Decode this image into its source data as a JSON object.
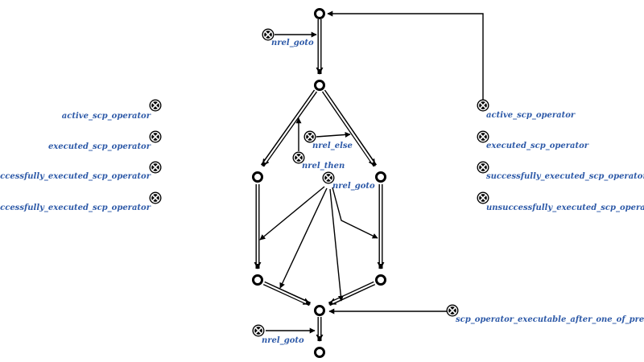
{
  "labels": {
    "goto_top": "nrel_goto",
    "goto_mid": "nrel_goto",
    "goto_bottom": "nrel_goto",
    "nrel_else": "nrel_else",
    "nrel_then": "nrel_then",
    "left_active": "active_scp_operator",
    "left_executed": "executed_scp_operator",
    "left_success": "successfully_executed_scp_operator",
    "left_unsuccess": "unsuccessfully_executed_scp_operator",
    "right_active": "active_scp_operator",
    "right_executed": "executed_scp_operator",
    "right_success": "successfully_executed_scp_operator",
    "right_unsuccess": "unsuccessfully_executed_scp_operator",
    "executable_after": "scp_operator_executable_after_one_of_previous"
  },
  "colors": {
    "label": "#2e5aa8",
    "stroke": "#000000"
  }
}
